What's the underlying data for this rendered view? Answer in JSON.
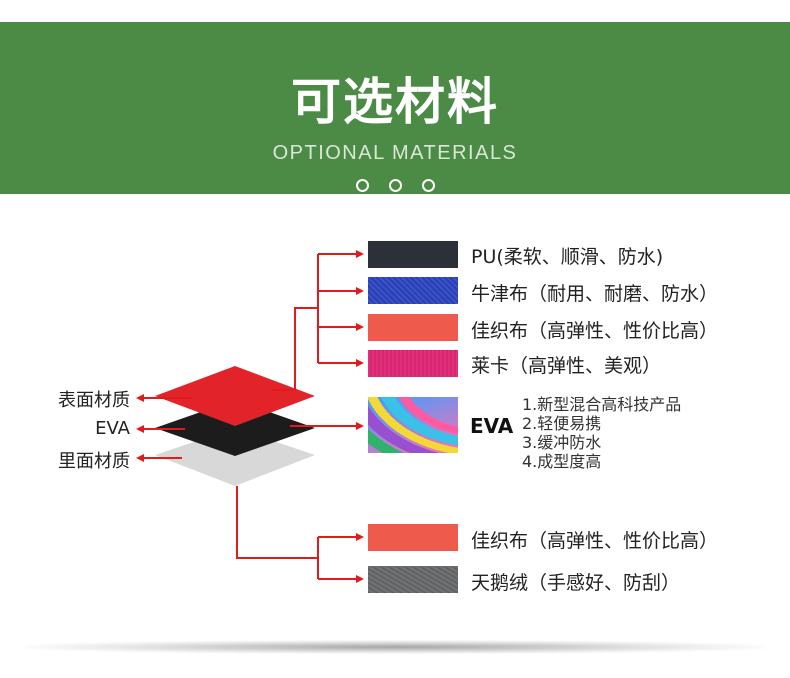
{
  "header": {
    "title": "可选材料",
    "subtitle": "OPTIONAL MATERIALS",
    "bg_color": "#4b8b45"
  },
  "layers": {
    "surface": "表面材质",
    "eva": "EVA",
    "lining": "里面材质"
  },
  "surface_options": [
    {
      "label": "PU(柔软、顺滑、防水)",
      "color": "#2c3038"
    },
    {
      "label": "牛津布（耐用、耐磨、防水）",
      "color": "#2a3fb2"
    },
    {
      "label": "佳织布（高弹性、性价比高）",
      "color": "#ee5b4c"
    },
    {
      "label": "莱卡（高弹性、美观）",
      "color": "#e0307a"
    }
  ],
  "eva": {
    "name": "EVA",
    "features": [
      "1.新型混合高科技产品",
      "2.轻便易携",
      "3.缓冲防水",
      "4.成型度高"
    ]
  },
  "lining_options": [
    {
      "label": "佳织布（高弹性、性价比高）",
      "color": "#ee5b4c"
    },
    {
      "label": "天鹅绒（手感好、防刮）",
      "color": "#66686a"
    }
  ],
  "colors": {
    "arrow": "#e01b1b",
    "surface_layer": "#e2232a",
    "eva_layer": "#1c1c1c",
    "lining_layer": "#d8d8d8"
  }
}
